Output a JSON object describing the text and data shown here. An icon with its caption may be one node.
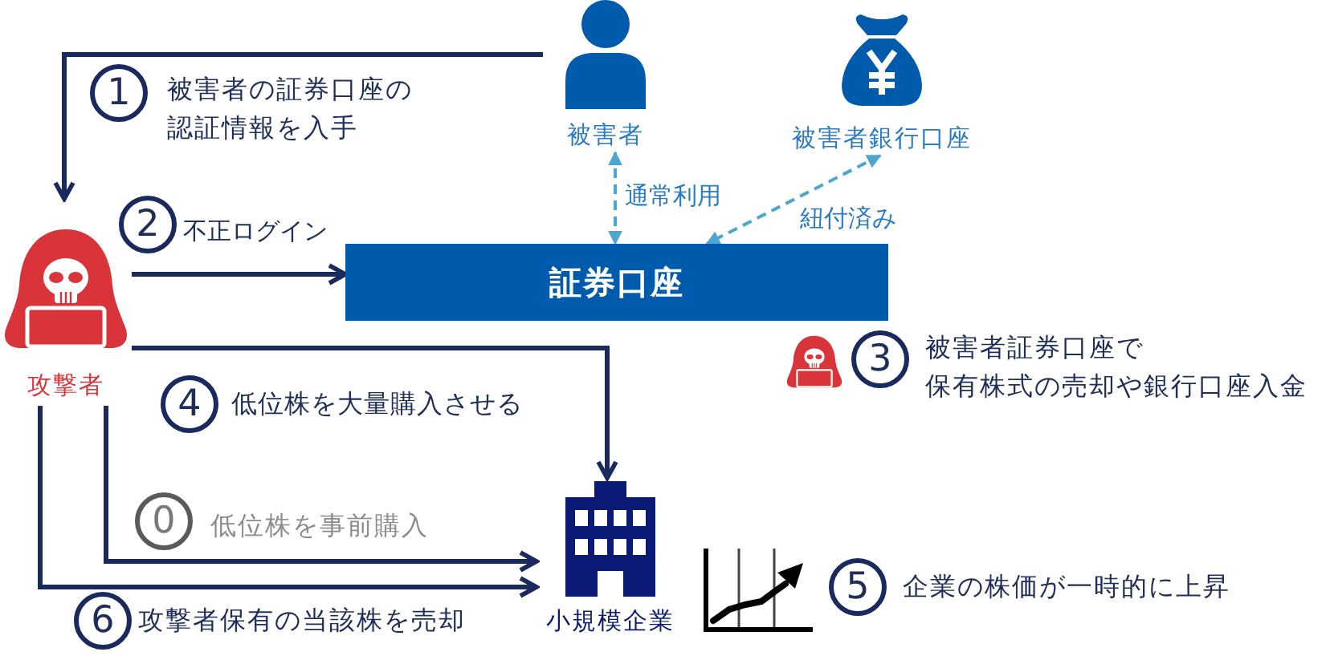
{
  "diagram": {
    "nodes": [
      {
        "text": [
          "被害者"
        ]
      },
      {
        "text": [
          "被害者銀行口座"
        ]
      },
      {
        "text": [
          "攻撃者"
        ]
      },
      {
        "text": [
          "証券口座"
        ]
      },
      {
        "text": [
          "小規模企業"
        ]
      }
    ],
    "edges": [
      {
        "from": 0,
        "to": 2,
        "arrow": "to",
        "label": "被害者の証券口座の認証情報を入手"
      },
      {
        "from": 2,
        "to": 3,
        "arrow": "to",
        "label": "不正ログイン"
      },
      {
        "from": 0,
        "to": 3,
        "arrow": "both",
        "label": "通常利用",
        "style": "dashed",
        "color": "#4da6d0"
      },
      {
        "from": 1,
        "to": 3,
        "arrow": "both",
        "label": "紐付済み",
        "style": "dashed",
        "color": "#4da6d0"
      },
      {
        "from": 2,
        "to": 4,
        "arrow": "to",
        "label": "低位株を大量購入させる"
      },
      {
        "from": 2,
        "to": 4,
        "arrow": "to",
        "label": "低位株を事前購入"
      },
      {
        "from": 2,
        "to": 4,
        "arrow": "to",
        "label": "攻撃者保有の当該株を売却"
      }
    ],
    "labels": [
      "1",
      "2",
      "3",
      "被害者証券口座で保有株式の売却や銀行口座入金",
      "4",
      "0",
      "5",
      "企業の株価が一時的に上昇",
      "6"
    ]
  }
}
